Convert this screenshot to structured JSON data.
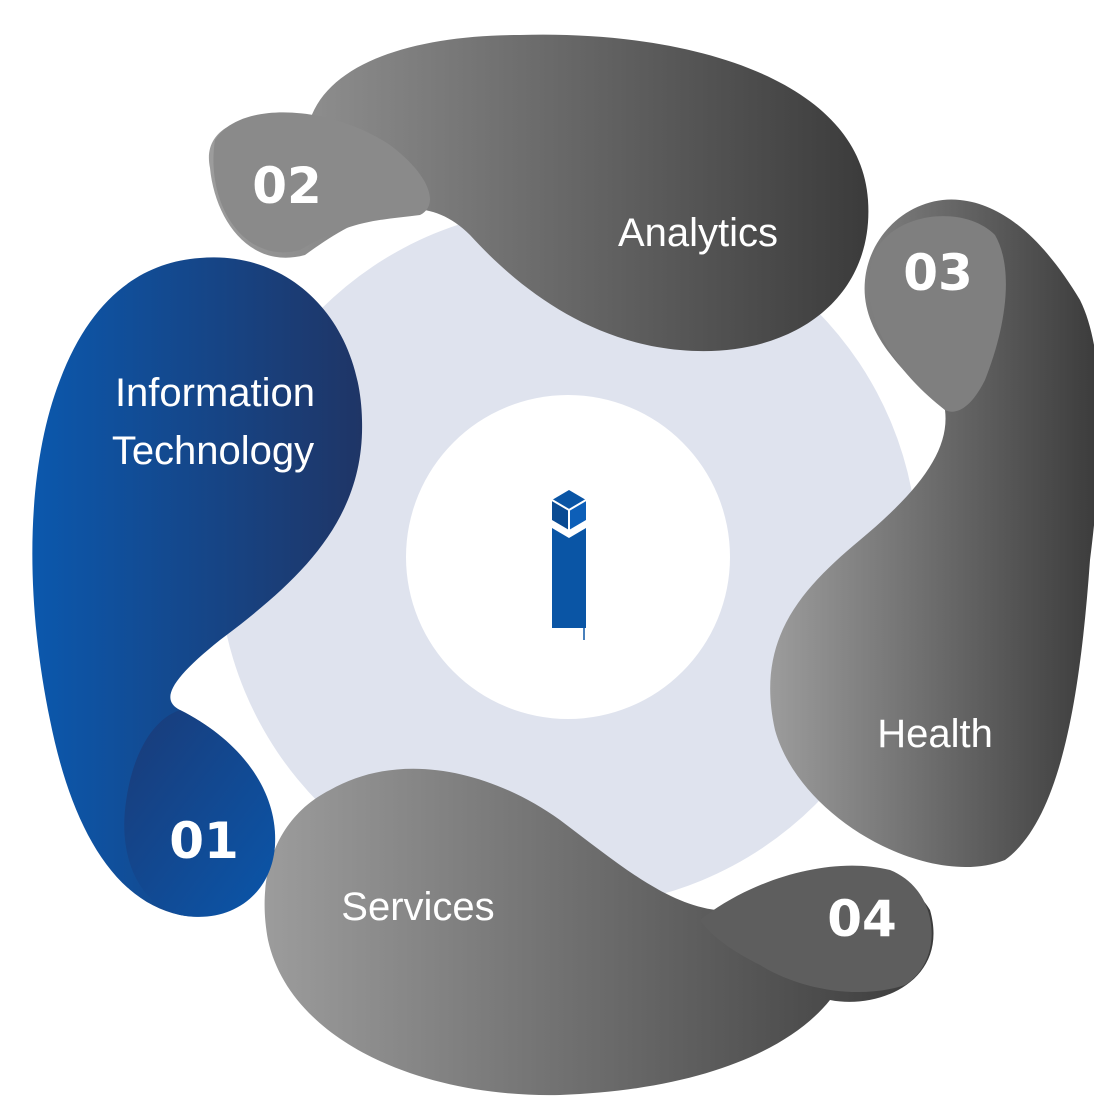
{
  "diagram": {
    "segments": [
      {
        "number": "01",
        "label_line1": "Information",
        "label_line2": "Technology",
        "color": "#0a4fa0"
      },
      {
        "number": "02",
        "label": "Analytics",
        "color": "#5a5a5a"
      },
      {
        "number": "03",
        "label": "Health",
        "color": "#5a5a5a"
      },
      {
        "number": "04",
        "label": "Services",
        "color": "#5a5a5a"
      }
    ],
    "center_icon": "info-cube-icon",
    "colors": {
      "ring": "#dfe3ee",
      "center": "#ffffff",
      "accent_blue": "#0a55a5",
      "dark_blue": "#1d3a70",
      "gray_dark": "#3a3a3a",
      "gray_light": "#9a9a9a"
    }
  }
}
